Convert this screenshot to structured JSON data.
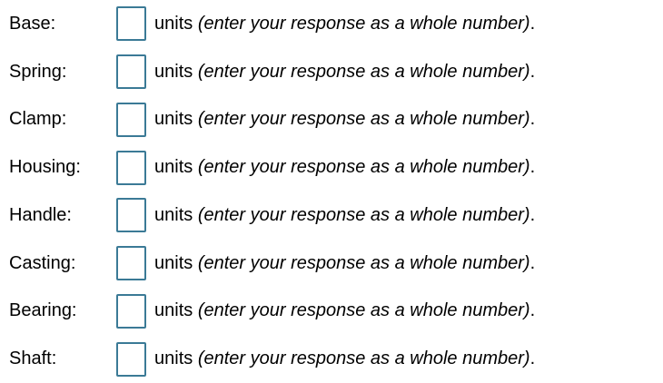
{
  "colors": {
    "input_border": "#3b7a96",
    "text": "#000000",
    "background": "#ffffff"
  },
  "form": {
    "rows": [
      {
        "label": "Base:",
        "value": "",
        "units": "units",
        "hint": "(enter your response as a whole number)",
        "suffix": "."
      },
      {
        "label": "Spring:",
        "value": "",
        "units": "units",
        "hint": "(enter your response as a whole number)",
        "suffix": "."
      },
      {
        "label": "Clamp:",
        "value": "",
        "units": "units",
        "hint": "(enter your response as a whole number)",
        "suffix": "."
      },
      {
        "label": "Housing:",
        "value": "",
        "units": "units",
        "hint": "(enter your response as a whole number)",
        "suffix": "."
      },
      {
        "label": "Handle:",
        "value": "",
        "units": "units",
        "hint": "(enter your response as a whole number)",
        "suffix": "."
      },
      {
        "label": "Casting:",
        "value": "",
        "units": "units",
        "hint": "(enter your response as a whole number)",
        "suffix": "."
      },
      {
        "label": "Bearing:",
        "value": "",
        "units": "units",
        "hint": "(enter your response as a whole number)",
        "suffix": "."
      },
      {
        "label": "Shaft:",
        "value": "",
        "units": "units",
        "hint": "(enter your response as a whole number)",
        "suffix": "."
      }
    ]
  }
}
